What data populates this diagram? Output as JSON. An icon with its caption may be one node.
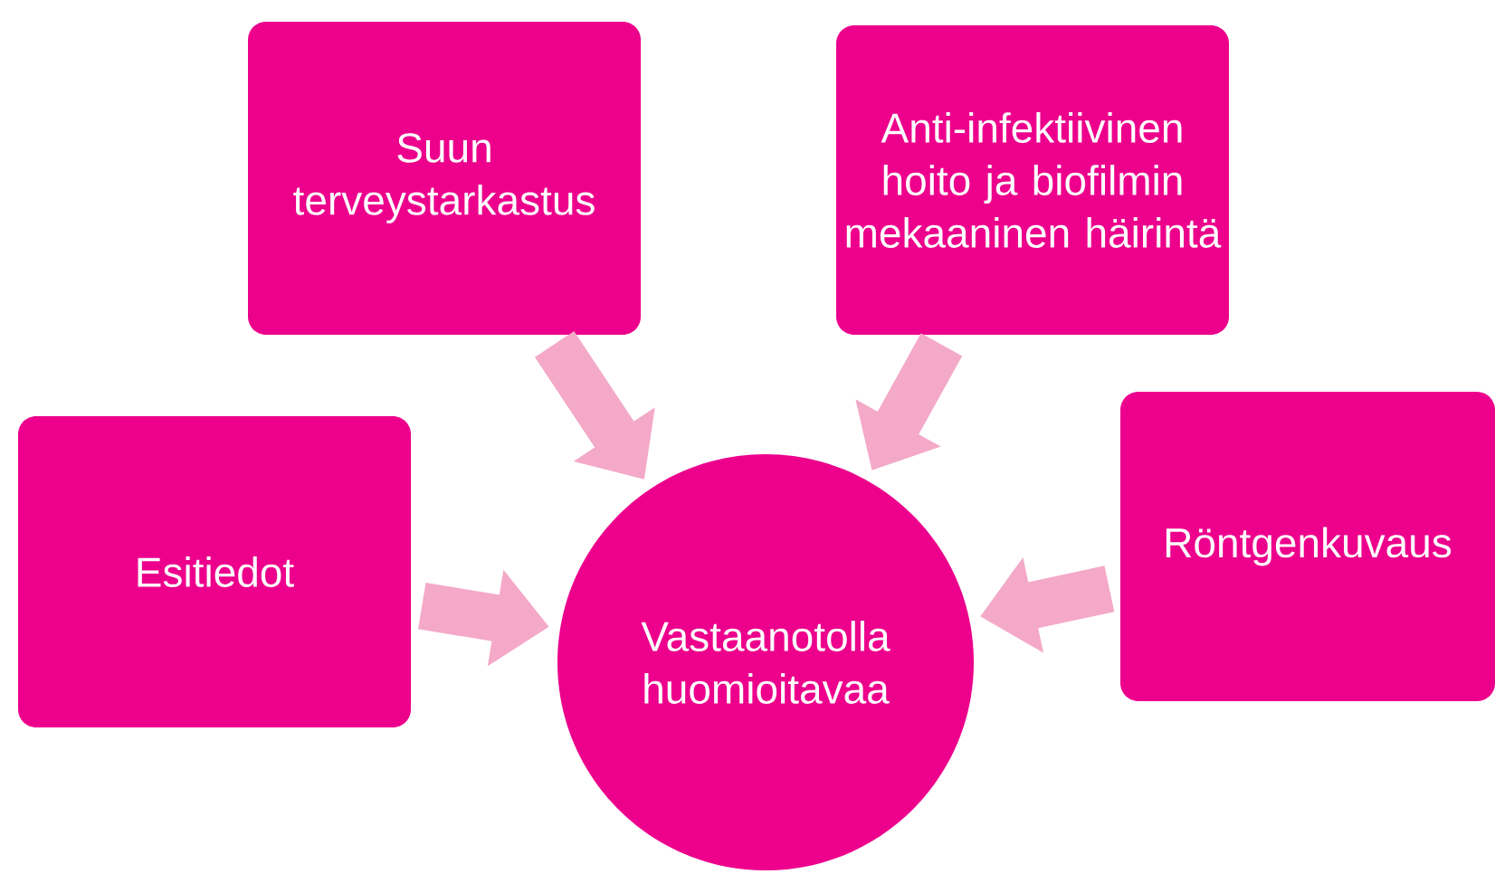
{
  "diagram": {
    "nodes": [
      {
        "text": [
          "Suun terveystarkastus"
        ]
      },
      {
        "text": [
          "Anti-infektiivinen hoito ja biofilmin mekaaninen häirintä"
        ]
      },
      {
        "text": [
          "Esitiedot"
        ]
      },
      {
        "text": [
          "Röntgenkuvaus"
        ]
      },
      {
        "text": [
          "Vastaanotolla huomioitavaa"
        ]
      }
    ],
    "edges": [
      {
        "from": 0,
        "to": 4,
        "arrow": "to"
      },
      {
        "from": 1,
        "to": 4,
        "arrow": "to"
      },
      {
        "from": 2,
        "to": 4,
        "arrow": "to"
      },
      {
        "from": 3,
        "to": 4,
        "arrow": "to"
      }
    ]
  }
}
